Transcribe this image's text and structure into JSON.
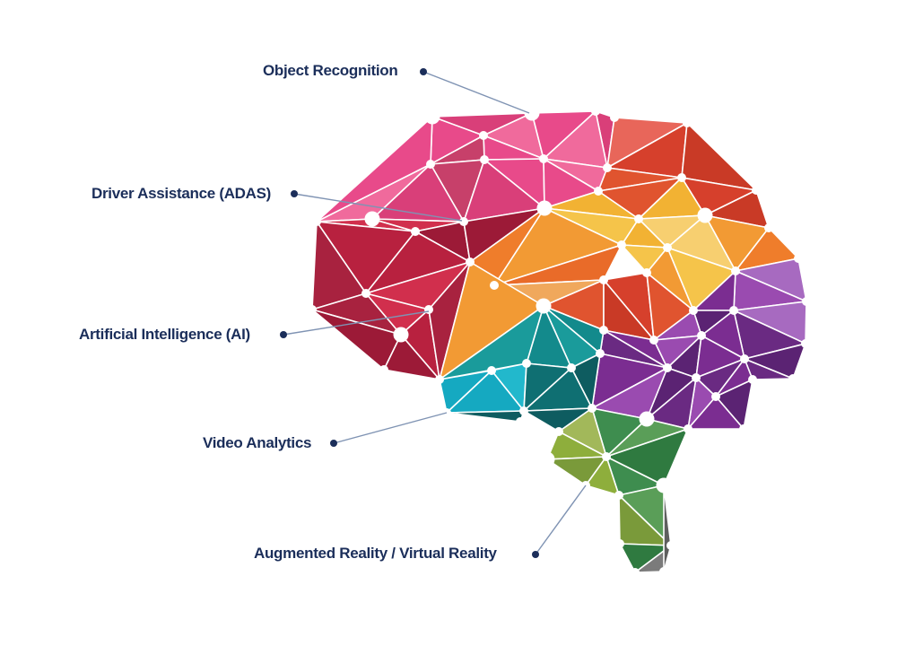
{
  "diagram": {
    "callouts": [
      {
        "id": "object-recognition",
        "text": "Object Recognition"
      },
      {
        "id": "driver-assistance",
        "text": "Driver Assistance (ADAS)"
      },
      {
        "id": "artificial-intelligence",
        "text": "Artificial Intelligence (AI)"
      },
      {
        "id": "video-analytics",
        "text": "Video Analytics"
      },
      {
        "id": "ar-vr",
        "text": "Augmented Reality / Virtual Reality"
      }
    ],
    "colors": {
      "label": "#1b2e5a",
      "leader": "#7f93b3",
      "pink": "#e84a8a",
      "crimson": "#b8213f",
      "orange": "#ef7d2b",
      "red": "#d6402c",
      "yellow": "#f2b233",
      "teal": "#138a8c",
      "cyan": "#15a9c1",
      "purple": "#7b2d91",
      "green": "#3e8d4f",
      "olive": "#8eae3c",
      "gray": "#7b7b7b"
    }
  }
}
